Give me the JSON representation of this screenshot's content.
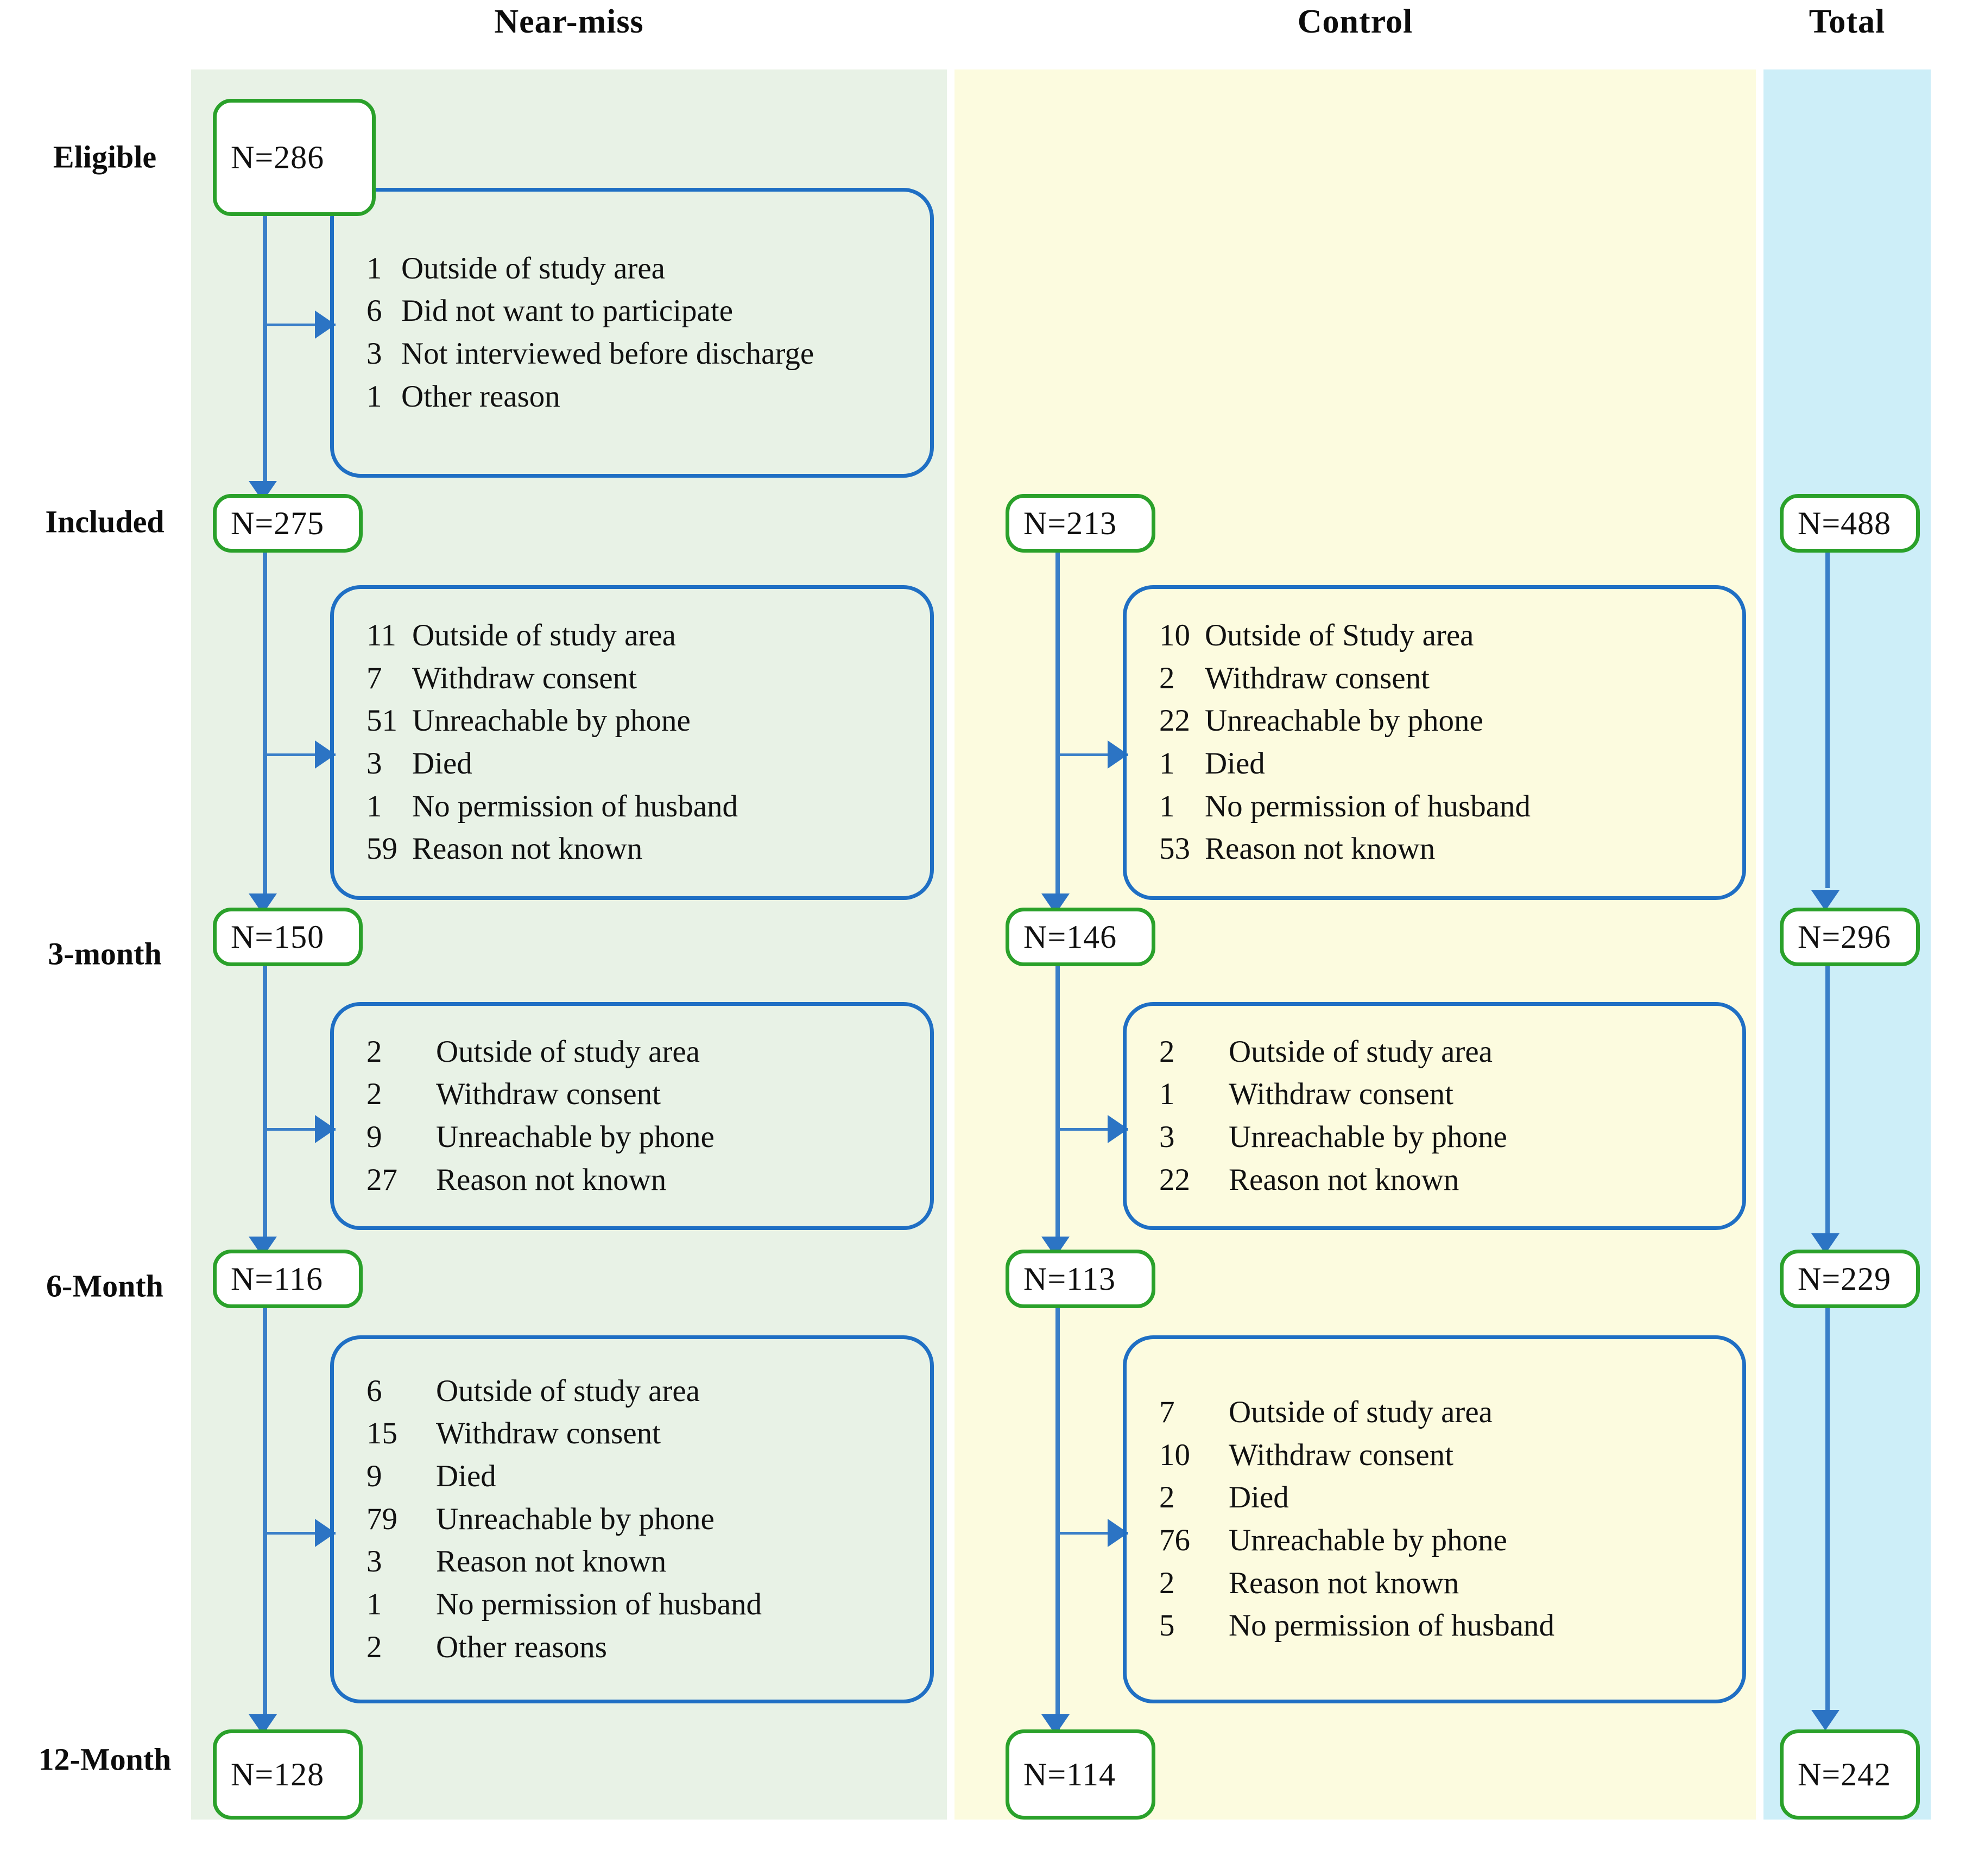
{
  "columns": [
    {
      "key": "nearmiss",
      "label": "Near-miss",
      "band_color": "#e8f2e6"
    },
    {
      "key": "control",
      "label": "Control",
      "band_color": "#fcfbdf"
    },
    {
      "key": "total",
      "label": "Total",
      "band_color": "#cdeef8"
    }
  ],
  "stages": [
    {
      "key": "eligible",
      "label": "Eligible"
    },
    {
      "key": "included",
      "label": "Included"
    },
    {
      "key": "m3",
      "label": "3-month"
    },
    {
      "key": "m6",
      "label": "6-Month"
    },
    {
      "key": "m12",
      "label": "12-Month"
    }
  ],
  "counts": {
    "nearmiss": {
      "eligible": "N=286",
      "included": "N=275",
      "m3": "N=150",
      "m6": "N=116",
      "m12": "N=128"
    },
    "control": {
      "included": "N=213",
      "m3": "N=146",
      "m6": "N=113",
      "m12": "N=114"
    },
    "total": {
      "included": "N=488",
      "m3": "N=296",
      "m6": "N=229",
      "m12": "N=242"
    }
  },
  "exclusions": {
    "nearmiss_eligible_to_included": [
      {
        "n": "1",
        "reason": "Outside of study area"
      },
      {
        "n": "6",
        "reason": "Did not want to participate"
      },
      {
        "n": "3",
        "reason": "Not interviewed before discharge"
      },
      {
        "n": "1",
        "reason": "Other reason"
      }
    ],
    "nearmiss_included_to_m3": [
      {
        "n": "11",
        "reason": "Outside of study area"
      },
      {
        "n": "7",
        "reason": "Withdraw consent"
      },
      {
        "n": "51",
        "reason": "Unreachable by phone"
      },
      {
        "n": "3",
        "reason": "Died"
      },
      {
        "n": "1",
        "reason": "No permission of husband"
      },
      {
        "n": "59",
        "reason": "Reason not known"
      }
    ],
    "nearmiss_m3_to_m6": [
      {
        "n": "2",
        "reason": "Outside of study area"
      },
      {
        "n": "2",
        "reason": "Withdraw consent"
      },
      {
        "n": "9",
        "reason": "Unreachable by phone"
      },
      {
        "n": "27",
        "reason": "Reason not known"
      }
    ],
    "nearmiss_m6_to_m12": [
      {
        "n": "6",
        "reason": "Outside of study area"
      },
      {
        "n": "15",
        "reason": "Withdraw consent"
      },
      {
        "n": "9",
        "reason": "Died"
      },
      {
        "n": "79",
        "reason": "Unreachable by phone"
      },
      {
        "n": "3",
        "reason": "Reason not known"
      },
      {
        "n": "1",
        "reason": "No permission of husband"
      },
      {
        "n": "2",
        "reason": "Other reasons"
      }
    ],
    "control_included_to_m3": [
      {
        "n": "10",
        "reason": "Outside of Study area"
      },
      {
        "n": "2",
        "reason": "Withdraw consent"
      },
      {
        "n": "22",
        "reason": "Unreachable by phone"
      },
      {
        "n": "1",
        "reason": "Died"
      },
      {
        "n": "1",
        "reason": "No permission of husband"
      },
      {
        "n": "53",
        "reason": "Reason not known"
      }
    ],
    "control_m3_to_m6": [
      {
        "n": "2",
        "reason": "Outside of study area"
      },
      {
        "n": "1",
        "reason": "Withdraw consent"
      },
      {
        "n": "3",
        "reason": "Unreachable by phone"
      },
      {
        "n": "22",
        "reason": "Reason not known"
      }
    ],
    "control_m6_to_m12": [
      {
        "n": "7",
        "reason": "Outside of study area"
      },
      {
        "n": "10",
        "reason": "Withdraw consent"
      },
      {
        "n": "2",
        "reason": "Died"
      },
      {
        "n": "76",
        "reason": "Unreachable by phone"
      },
      {
        "n": "2",
        "reason": "Reason not known"
      },
      {
        "n": "5",
        "reason": "No permission of husband"
      }
    ]
  },
  "colors": {
    "node_border": "#2aa12a",
    "exclusion_border": "#1f6fc4",
    "connector": "#3a7fc8",
    "band_nearmiss": "#e8f2e6",
    "band_control": "#fcfbdf",
    "band_total": "#cdeef8"
  }
}
